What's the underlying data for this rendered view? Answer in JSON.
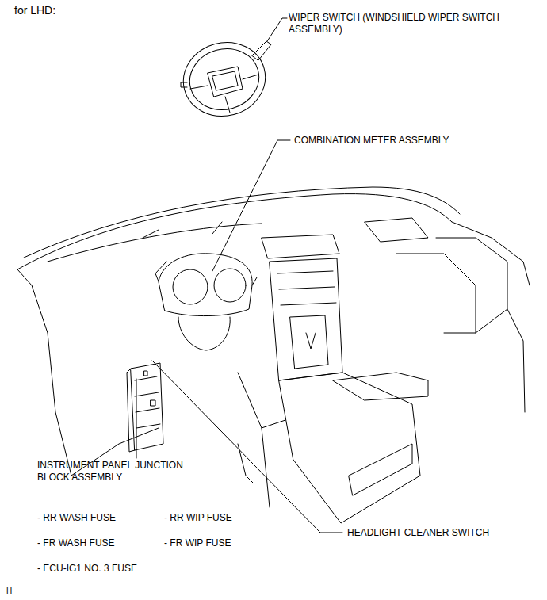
{
  "diagram": {
    "labels": [
      "for LHD:",
      "WIPER SWITCH (WINDSHIELD WIPER SWITCH ASSEMBLY)",
      "COMBINATION METER ASSEMBLY",
      "INSTRUMENT PANEL JUNCTION BLOCK ASSEMBLY",
      "- RR WASH FUSE",
      "- RR WIP FUSE",
      "- FR WASH FUSE",
      "- FR WIP FUSE",
      "- ECU-IG1 NO. 3 FUSE",
      "HEADLIGHT CLEANER SWITCH",
      "H"
    ]
  }
}
